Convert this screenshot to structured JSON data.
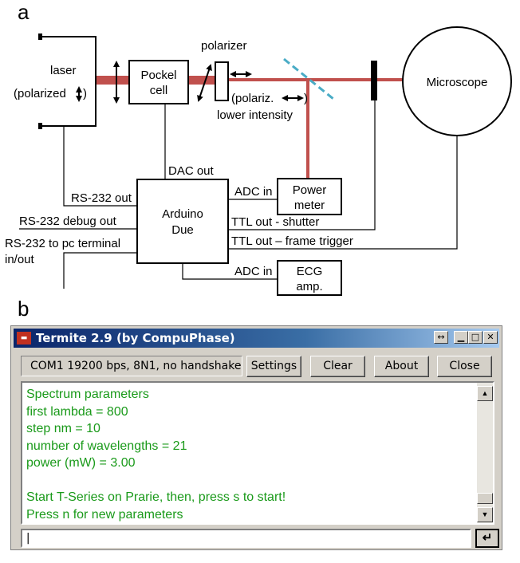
{
  "panel_a": {
    "letter": "a",
    "laser_label_1": "laser",
    "laser_label_2": "(polarized",
    "laser_label_3": ")",
    "pockel_label_1": "Pockel",
    "pockel_label_2": "cell",
    "polarizer_label": "polarizer",
    "polariz_label": "(polariz.",
    "polariz_close": ")",
    "lower_intensity_label": "lower intensity",
    "microscope_label": "Microscope",
    "dac_out_label": "DAC out",
    "rs232_out_label": "RS-232 out",
    "rs232_debug_label": "RS-232 debug out",
    "rs232_pc_label_1": "RS-232 to pc terminal",
    "rs232_pc_label_2": "in/out",
    "arduino_label_1": "Arduino",
    "arduino_label_2": "Due",
    "adc_in_power_label": "ADC in",
    "power_meter_label_1": "Power",
    "power_meter_label_2": "meter",
    "ttl_shutter_label": "TTL out - shutter",
    "ttl_frame_label": "TTL out – frame trigger",
    "adc_in_ecg_label": "ADC in",
    "ecg_label_1": "ECG",
    "ecg_label_2": "amp.",
    "colors": {
      "beam": "#c0504d",
      "beamsplitter": "#4aacc6",
      "lines": "#000000"
    }
  },
  "panel_b": {
    "letter": "b",
    "window_title": "Termite 2.9 (by CompuPhase)",
    "title_icon": "termite-app-icon",
    "status_text": "COM1 19200 bps, 8N1, no handshake",
    "buttons": {
      "settings": "Settings",
      "clear": "Clear",
      "about": "About",
      "close": "Close"
    },
    "output_lines": [
      "Spectrum parameters",
      "first lambda = 800",
      "step nm = 10",
      "number of wavelengths = 21",
      "power (mW) = 3.00",
      "",
      "Start T-Series on Prarie, then, press s to start!",
      "Press n for new parameters"
    ],
    "input_value": "",
    "send_icon": "enter-arrow-icon",
    "colors": {
      "output_text": "#1a9a1a",
      "title_bar": "#0a246a"
    }
  }
}
